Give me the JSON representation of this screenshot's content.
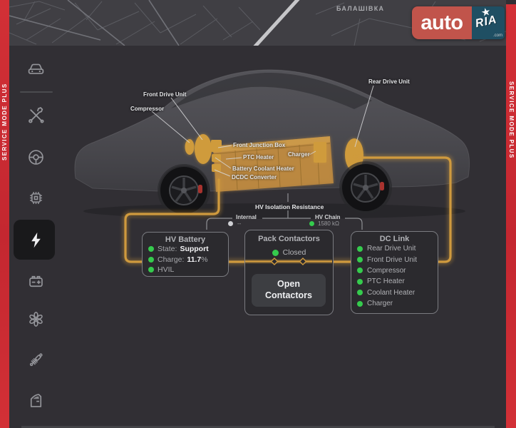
{
  "stripes": {
    "left_text": "SERVICE MODE PLUS",
    "right_text": "SERVICE MODE PLUS"
  },
  "map": {
    "location_label": "БАЛАШІВКА"
  },
  "logo": {
    "auto_text": "auto",
    "ria_text": "RIA",
    "star": "★",
    "tld_text": ".com"
  },
  "sidebar": {
    "selected": "high-voltage-icon",
    "icons": [
      "car-icon",
      "service-tools-icon",
      "steering-wheel-icon",
      "chip-icon",
      "high-voltage-icon",
      "battery-12v-icon",
      "fan-icon",
      "suspension-icon",
      "door-icon"
    ]
  },
  "diagram": {
    "component_labels": {
      "front_drive_unit": "Front Drive Unit",
      "compressor": "Compressor",
      "front_junction_box": "Front Junction Box",
      "ptc_heater": "PTC Heater",
      "charger": "Charger",
      "battery_coolant_heater": "Battery Coolant Heater",
      "dcdc_converter": "DCDC Converter",
      "rear_drive_unit": "Rear Drive Unit"
    },
    "isolation": {
      "title": "HV Isolation Resistance",
      "internal": {
        "label": "Internal",
        "value": "--",
        "status": "unknown"
      },
      "hv_chain": {
        "label": "HV Chain",
        "value": "1580 kΩ",
        "status": "ok"
      }
    },
    "panels": {
      "hv_battery": {
        "title": "HV Battery",
        "rows": {
          "state": {
            "label": "State:",
            "value": "Support"
          },
          "charge": {
            "label": "Charge:",
            "value": "11.7",
            "suffix": "%"
          },
          "hvil": {
            "label": "HVIL"
          }
        }
      },
      "pack_contactors": {
        "title": "Pack Contactors",
        "status": "Closed",
        "button_label": "Open Contactors"
      },
      "dc_link": {
        "title": "DC Link",
        "items": [
          "Rear Drive Unit",
          "Front Drive Unit",
          "Compressor",
          "PTC Heater",
          "Coolant Heater",
          "Charger"
        ]
      }
    }
  },
  "colors": {
    "accent_red": "#ce2b33",
    "wire_orange": "#cf9a3e",
    "status_green": "#35cb4d",
    "logo_auto_bg": "#c1544b",
    "logo_ria_bg": "#1f4f63",
    "panel_border": "#7a7b80",
    "background": "#312f34"
  }
}
